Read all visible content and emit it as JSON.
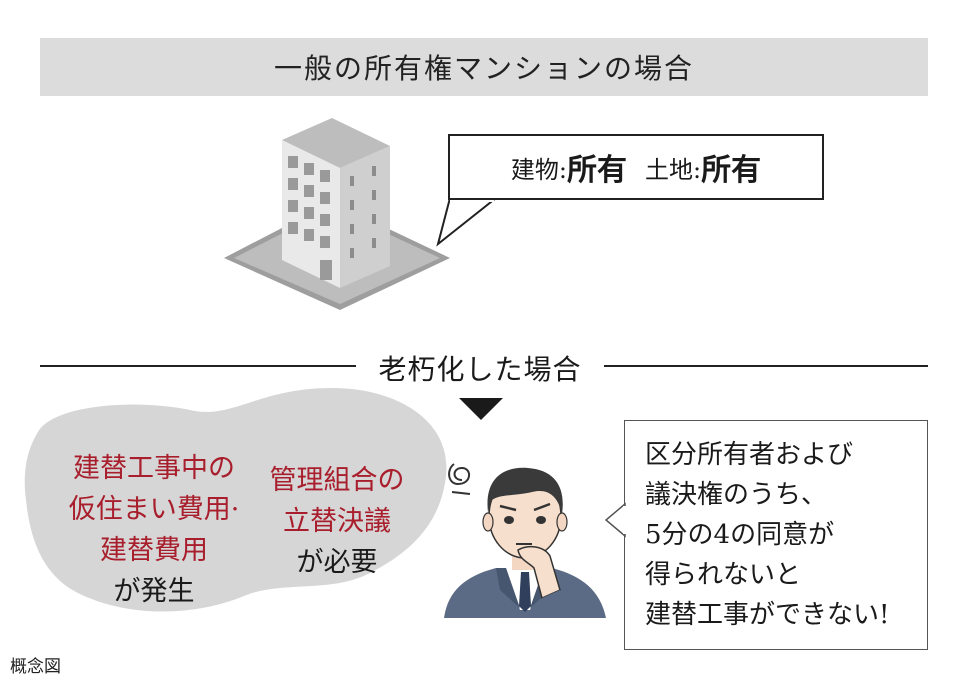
{
  "title": "一般の所有権マンションの場合",
  "ownership": {
    "building_label": "建物:",
    "building_value": "所有",
    "land_label": "土地:",
    "land_value": "所有"
  },
  "section": {
    "label": "老朽化した場合"
  },
  "cost_note": {
    "line1": "建替工事中の",
    "line2": "仮住まい費用·",
    "line3": "建替費用",
    "line4": "が発生"
  },
  "rebuild_note": {
    "line1": "管理組合の",
    "line2": "立替決議",
    "line3": "が必要"
  },
  "speech": {
    "lines": [
      "区分所有者および",
      "議決権のうち、",
      "5分の4の同意が",
      "得られないと",
      "建替工事ができない!"
    ]
  },
  "caption": "概念図",
  "colors": {
    "title_bar": "#dcdcdc",
    "accent_red": "#a81e2c",
    "cloud_gray": "#d6d6d6",
    "suit": "#5b6b85"
  },
  "icons": [
    "building-icon",
    "businessman-icon",
    "confused-icon"
  ]
}
